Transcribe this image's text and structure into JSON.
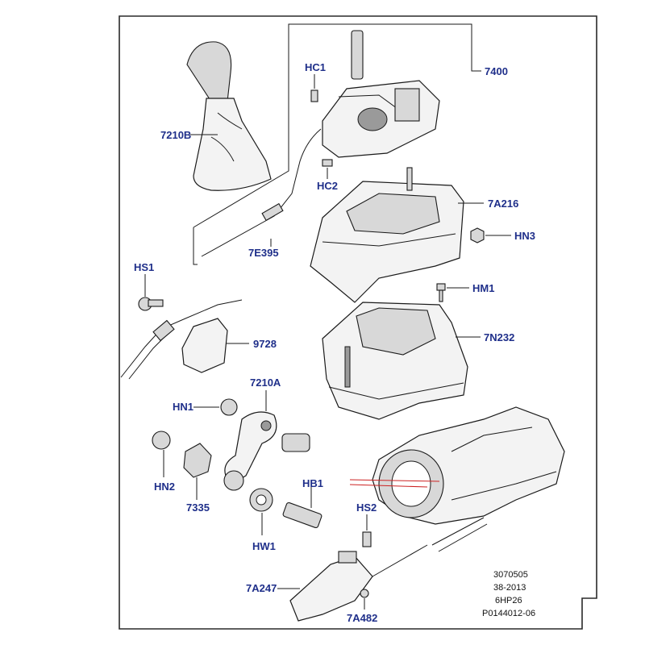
{
  "diagram": {
    "labels": {
      "p7400": "7400",
      "hc1": "HC1",
      "p7210b": "7210B",
      "hc2": "HC2",
      "p7a216": "7A216",
      "p7e395": "7E395",
      "hn3": "HN3",
      "hs1": "HS1",
      "hm1": "HM1",
      "p9728": "9728",
      "p7n232": "7N232",
      "p7210a": "7210A",
      "hn1": "HN1",
      "hn2": "HN2",
      "hb1": "HB1",
      "p7335": "7335",
      "hs2": "HS2",
      "hw1": "HW1",
      "p7a247": "7A247",
      "p7a482": "7A482"
    },
    "reference": {
      "line1": "3070505",
      "line2": "38-2013",
      "line3": "6HP26",
      "line4": "P0144012-06"
    },
    "colors": {
      "label": "#1f2f8a",
      "linework": "#1a1a1a",
      "accent": "#cc2222"
    }
  }
}
